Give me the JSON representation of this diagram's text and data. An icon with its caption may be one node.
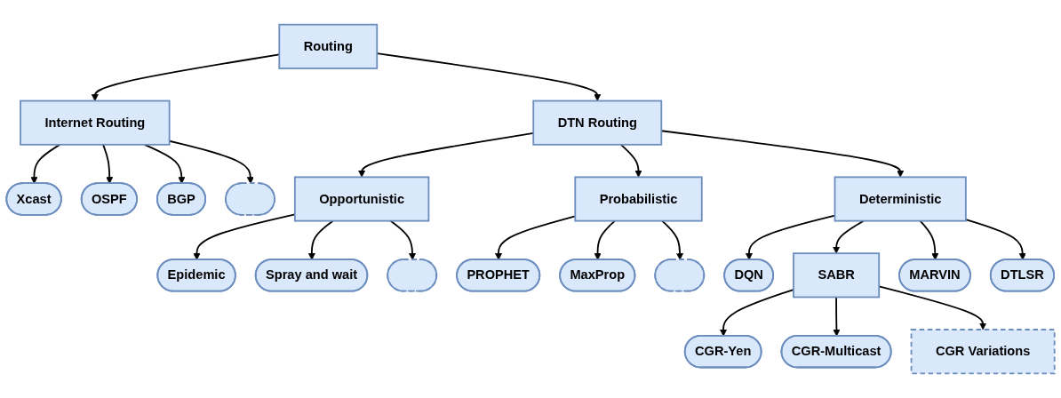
{
  "diagram": {
    "nodes": [
      {
        "text": [
          "Routing"
        ]
      },
      {
        "text": [
          "Internet Routing"
        ]
      },
      {
        "text": [
          "DTN Routing"
        ]
      },
      {
        "text": [
          "Xcast"
        ]
      },
      {
        "text": [
          "OSPF"
        ]
      },
      {
        "text": [
          "BGP"
        ]
      },
      {
        "text": [],
        "shape": "ellipse"
      },
      {
        "text": [
          "Opportunistic"
        ]
      },
      {
        "text": [
          "Probabilistic"
        ]
      },
      {
        "text": [
          "Deterministic"
        ]
      },
      {
        "text": [
          "Epidemic"
        ]
      },
      {
        "text": [
          "Spray and wait"
        ]
      },
      {
        "text": [],
        "shape": "ellipse"
      },
      {
        "text": [
          "PROPHET"
        ]
      },
      {
        "text": [
          "MaxProp"
        ]
      },
      {
        "text": [],
        "shape": "ellipse"
      },
      {
        "text": [
          "DQN"
        ]
      },
      {
        "text": [
          "SABR"
        ]
      },
      {
        "text": [
          "MARVIN"
        ]
      },
      {
        "text": [
          "DTLSR"
        ]
      },
      {
        "text": [
          "CGR-Yen"
        ]
      },
      {
        "text": [
          "CGR-Multicast"
        ]
      },
      {
        "text": [
          "CGR Variations"
        ]
      }
    ],
    "edges": [
      {
        "from": 0,
        "to": 1,
        "arrow": "to"
      },
      {
        "from": 0,
        "to": 2,
        "arrow": "to"
      },
      {
        "from": 1,
        "to": 3,
        "arrow": "to"
      },
      {
        "from": 1,
        "to": 5,
        "arrow": "to"
      },
      {
        "from": 1,
        "to": 6,
        "arrow": "to"
      },
      {
        "from": 1,
        "to": 4,
        "arrow": "to"
      },
      {
        "from": 2,
        "to": 7,
        "arrow": "to"
      },
      {
        "from": 2,
        "to": 8,
        "arrow": "to"
      },
      {
        "from": 2,
        "to": 9,
        "arrow": "to"
      },
      {
        "from": 7,
        "to": 10,
        "arrow": "to"
      },
      {
        "from": 7,
        "to": 11,
        "arrow": "to"
      },
      {
        "from": 7,
        "to": 12,
        "arrow": "to"
      },
      {
        "from": 8,
        "to": 13,
        "arrow": "to"
      },
      {
        "from": 8,
        "to": 14,
        "arrow": "to"
      },
      {
        "from": 8,
        "to": 15,
        "arrow": "to"
      },
      {
        "from": 9,
        "to": 16,
        "arrow": "to"
      },
      {
        "from": 9,
        "to": 17,
        "arrow": "to"
      },
      {
        "from": 9,
        "to": 18,
        "arrow": "to"
      },
      {
        "from": 9,
        "to": 19,
        "arrow": "to"
      },
      {
        "from": 17,
        "to": 20,
        "arrow": "to"
      },
      {
        "from": 17,
        "to": 21,
        "arrow": "to"
      },
      {
        "from": 17,
        "to": 22,
        "arrow": "to"
      }
    ]
  }
}
